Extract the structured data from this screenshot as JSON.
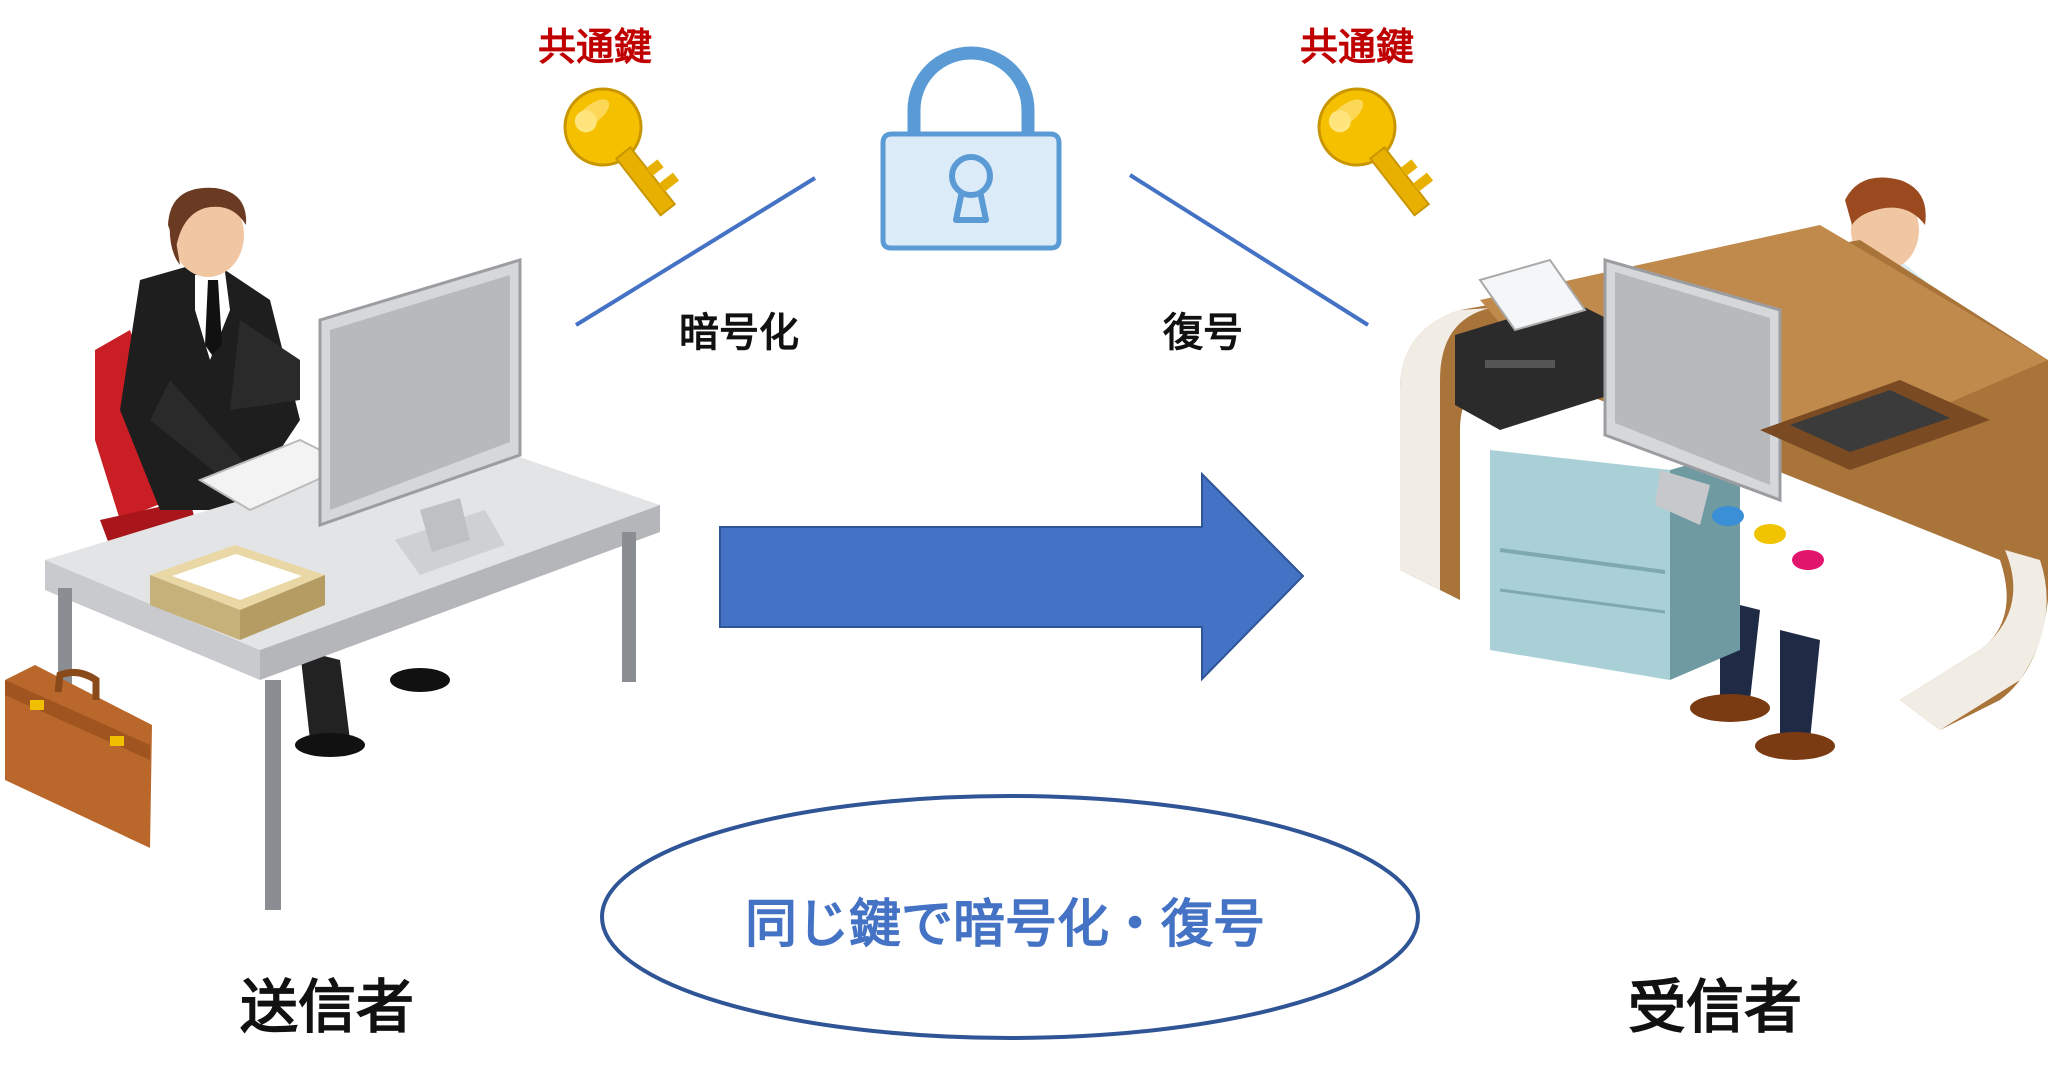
{
  "sender": {
    "label": "送信者"
  },
  "receiver": {
    "label": "受信者"
  },
  "keys": [
    {
      "label": "共通鍵",
      "icon": "key-icon",
      "color": "#f5c000"
    },
    {
      "label": "共通鍵",
      "icon": "key-icon",
      "color": "#f5c000"
    }
  ],
  "lock": {
    "icon": "padlock-icon",
    "color": "#5b9bd5"
  },
  "steps": {
    "encrypt": "暗号化",
    "decrypt": "復号"
  },
  "transfer": {
    "icon": "right-arrow",
    "color": "#4472c4"
  },
  "summary": {
    "text": "同じ鍵で暗号化・復号"
  },
  "colors": {
    "key_label": "#c00000",
    "accent": "#4472c4",
    "lock_fill": "#dcebf8"
  }
}
